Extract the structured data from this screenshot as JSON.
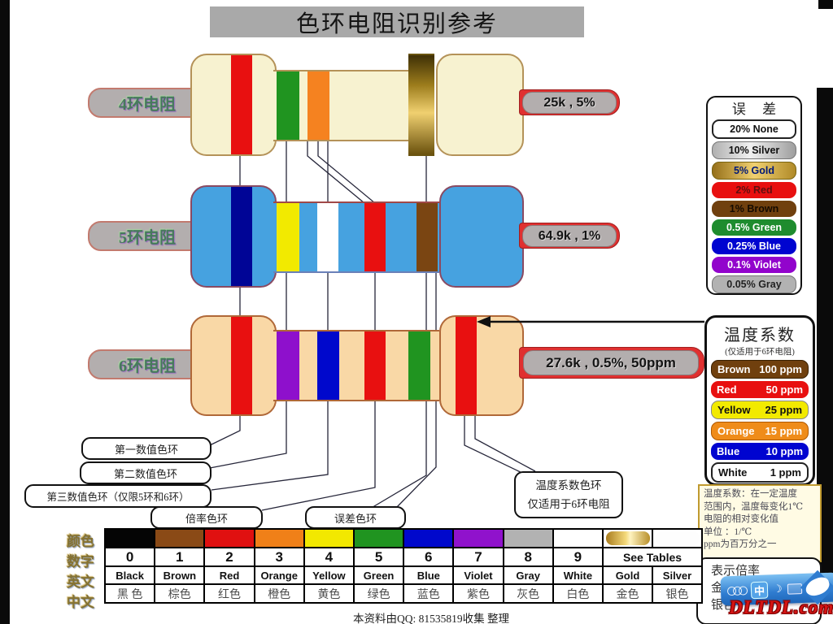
{
  "title": "色环电阻识别参考",
  "resistors": [
    {
      "label": "4环电阻",
      "result": "25k , 5%",
      "band_colors": [
        "red",
        "green",
        "orange",
        "gold"
      ]
    },
    {
      "label": "5环电阻",
      "result": "64.9k , 1%",
      "band_colors": [
        "navy-blue",
        "yellow",
        "white",
        "red",
        "brown"
      ]
    },
    {
      "label": "6环电阻",
      "result": "27.6k , 0.5%, 50ppm",
      "band_colors": [
        "red",
        "violet",
        "blue",
        "red",
        "green",
        "red"
      ]
    }
  ],
  "band_pointers": {
    "first": "第一数值色环",
    "second": "第二数值色环",
    "third": "第三数值色环（仅限5环和6环）",
    "multiplier": "倍率色环",
    "tolerance": "误差色环",
    "temp_line1": "温度系数色环",
    "temp_line2": "仅适用于6环电阻"
  },
  "tolerance_table": {
    "title": "误 差",
    "rows": [
      {
        "text": "20% None",
        "hex": "#ffffff"
      },
      {
        "text": "10% Silver",
        "hex": "#d8d8d8"
      },
      {
        "text": "5% Gold",
        "hex": "#e8c860"
      },
      {
        "text": "2% Red",
        "hex": "#e81010"
      },
      {
        "text": "1% Brown",
        "hex": "#70400e"
      },
      {
        "text": "0.5% Green",
        "hex": "#1e8c2e"
      },
      {
        "text": "0.25% Blue",
        "hex": "#0004d0"
      },
      {
        "text": "0.1% Violet",
        "hex": "#9204cc"
      },
      {
        "text": "0.05% Gray",
        "hex": "#b2b2b2"
      }
    ]
  },
  "temp_table": {
    "title": "温度系数",
    "subtitle": "(仅适用于6环电阻)",
    "rows": [
      {
        "name": "Brown",
        "value": "100 ppm",
        "hex": "#70400e"
      },
      {
        "name": "Red",
        "value": "50 ppm",
        "hex": "#e81010"
      },
      {
        "name": "Yellow",
        "value": "25 ppm",
        "hex": "#f2ea00"
      },
      {
        "name": "Orange",
        "value": "15 ppm",
        "hex": "#ef8c1a"
      },
      {
        "name": "Blue",
        "value": "10 ppm",
        "hex": "#0004d0"
      },
      {
        "name": "White",
        "value": "1 ppm",
        "hex": "#ffffff"
      }
    ]
  },
  "temp_note": {
    "lines": [
      "温度系数：在一定温度",
      "范围内，温度每变化1℃",
      "电阻的相对变化值",
      "单位 ：1/℃",
      "ppm为百万分之一"
    ]
  },
  "multiplier_note": {
    "title": "表示倍率",
    "line2": "金色",
    "line3": "银色"
  },
  "color_table": {
    "row_headers": {
      "color": "颜色",
      "digit": "数字",
      "english": "英文",
      "chinese": "中文"
    },
    "columns": [
      {
        "digit": "0",
        "en": "Black",
        "zh": "黑 色",
        "hex": "#050505"
      },
      {
        "digit": "1",
        "en": "Brown",
        "zh": "棕色",
        "hex": "#8a4a16"
      },
      {
        "digit": "2",
        "en": "Red",
        "zh": "红色",
        "hex": "#e01010"
      },
      {
        "digit": "3",
        "en": "Orange",
        "zh": "橙色",
        "hex": "#f08018"
      },
      {
        "digit": "4",
        "en": "Yellow",
        "zh": "黄色",
        "hex": "#f2e800"
      },
      {
        "digit": "5",
        "en": "Green",
        "zh": "绿色",
        "hex": "#209420"
      },
      {
        "digit": "6",
        "en": "Blue",
        "zh": "蓝色",
        "hex": "#0008cc"
      },
      {
        "digit": "7",
        "en": "Violet",
        "zh": "紫色",
        "hex": "#9012cc"
      },
      {
        "digit": "8",
        "en": "Gray",
        "zh": "灰色",
        "hex": "#b2b2b2"
      },
      {
        "digit": "9",
        "en": "White",
        "zh": "白色",
        "hex": "#ffffff"
      }
    ],
    "see": {
      "label": "See Tables",
      "gold_en": "Gold",
      "silver_en": "Silver",
      "gold_zh": "金色",
      "silver_zh": "银色",
      "gold_hex": "linear-gradient(90deg,#a97c1e,#f4d97a 45%,#fff3c0 55%,#b8902a)",
      "silver_hex": "#fdfdfd"
    }
  },
  "footer": "本资料由QQ: 81535819收集  整理",
  "watermark": "DLTDL.com",
  "ime": {
    "chinese_mode": "中"
  }
}
